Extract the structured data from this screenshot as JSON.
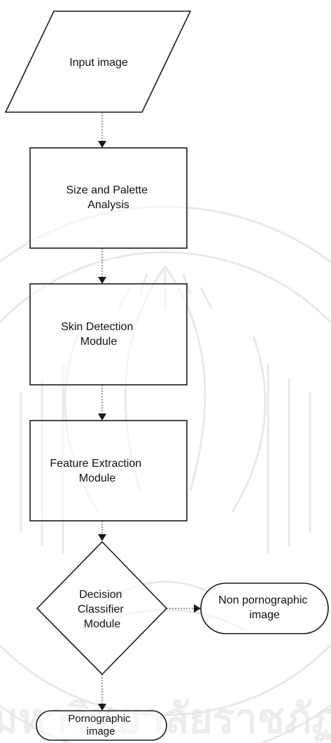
{
  "nodes": {
    "input": {
      "lines": [
        "Input image"
      ]
    },
    "size_palette": {
      "lines": [
        "Size and Palette",
        "Analysis"
      ]
    },
    "skin_detection": {
      "lines": [
        "Skin Detection",
        "Module"
      ]
    },
    "feature_extraction": {
      "lines": [
        "Feature Extraction",
        "Module"
      ]
    },
    "decision": {
      "lines": [
        "Decision",
        "Classifier",
        "Module"
      ]
    },
    "non_porn": {
      "lines": [
        "Non pornographic",
        "image"
      ]
    },
    "porn": {
      "lines": [
        "Pornographic",
        "image"
      ]
    }
  },
  "watermark": {
    "text": "มหาวิทยาลัยราชภัฏ"
  },
  "colors": {
    "stroke": "#1a1a1a",
    "watermark": "#e6e6e6"
  }
}
